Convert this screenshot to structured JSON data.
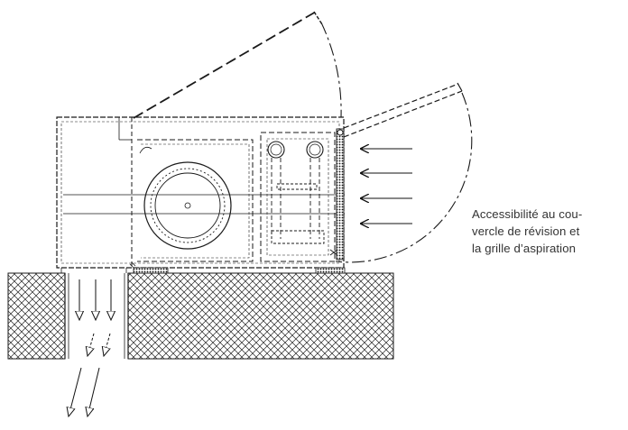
{
  "caption": {
    "lines": [
      "Accessibilité au cou-",
      "vercle de révision et",
      "la grille d’aspiration"
    ]
  },
  "colors": {
    "stroke": "#1a1a1a",
    "hatch": "#222222",
    "text": "#333333",
    "background": "#ffffff"
  }
}
